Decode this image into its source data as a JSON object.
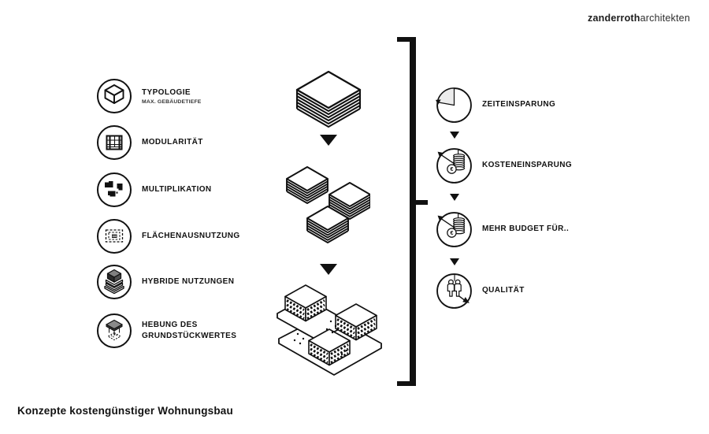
{
  "logo": {
    "bold": "zanderroth",
    "regular": "architekten"
  },
  "footer_title": "Konzepte kostengünstiger Wohnungsbau",
  "left_column": {
    "items": [
      {
        "label": "TYPOLOGIE",
        "sublabel": "MAX. GEBÄUDETIEFE",
        "icon": "isometric-cube-icon"
      },
      {
        "label": "MODULARITÄT",
        "icon": "module-grid-icon"
      },
      {
        "label": "MULTIPLIKATION",
        "icon": "multiplied-blocks-icon"
      },
      {
        "label": "FLÄCHENAUSNUTZUNG",
        "icon": "site-footprint-icon"
      },
      {
        "label": "HYBRIDE NUTZUNGEN",
        "icon": "stacked-mixed-use-icon"
      },
      {
        "label": "HEBUNG DES GRUNDSTÜCKWERTES",
        "icon": "raised-plot-value-icon"
      }
    ]
  },
  "center_flow": {
    "stages": [
      "building-stack",
      "multiplied-stacks",
      "urban-ensemble"
    ]
  },
  "right_column": {
    "items": [
      {
        "label": "ZEITEINSPARUNG",
        "icon": "time-saving-clock-icon"
      },
      {
        "label": "KOSTENEINSPARUNG",
        "icon": "cost-saving-coins-icon"
      },
      {
        "label": "MEHR BUDGET FÜR..",
        "icon": "budget-coins-icon"
      },
      {
        "label": "QUALITÄT",
        "icon": "quality-people-icon"
      }
    ]
  },
  "colors": {
    "ink": "#111111",
    "wedge_gray": "#ececec",
    "cube_gray": "#808080"
  }
}
